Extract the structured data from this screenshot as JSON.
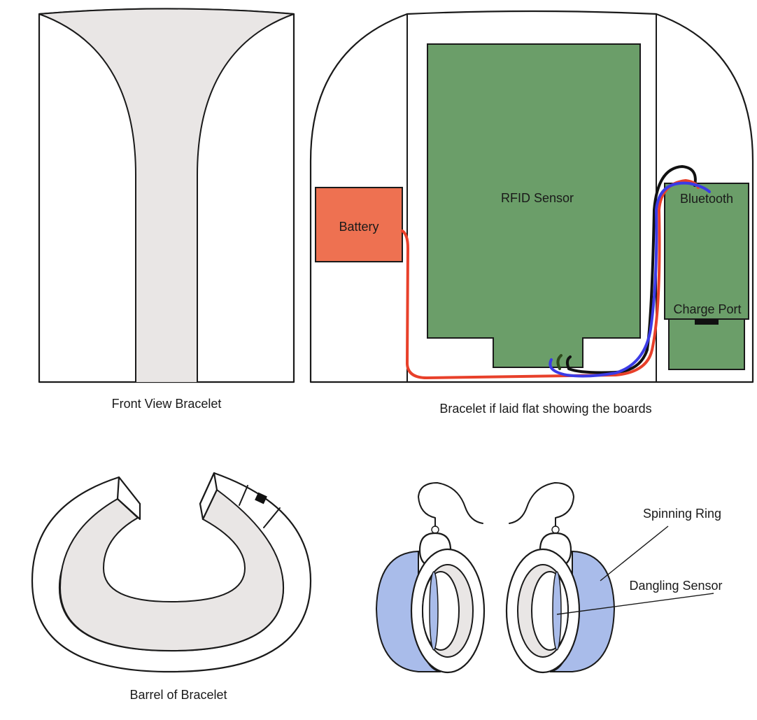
{
  "captions": {
    "front_view": "Front View Bracelet",
    "laid_flat": "Bracelet if laid flat showing the boards",
    "barrel": "Barrel of Bracelet"
  },
  "boards": {
    "battery": "Battery",
    "rfid": "RFID Sensor",
    "bluetooth": "Bluetooth",
    "charge_port": "Charge Port"
  },
  "earrings": {
    "spinning_ring": "Spinning Ring",
    "dangling_sensor": "Dangling Sensor"
  },
  "colors": {
    "board_green": "#6b9e69",
    "battery_orange": "#ee7151",
    "wire_red": "#e8402a",
    "wire_blue": "#3b3be6",
    "wire_black": "#111111",
    "wire_darkgreen": "#2f4a1c",
    "ring_blue": "#a9bcea",
    "fill_grey": "#e9e6e5"
  }
}
